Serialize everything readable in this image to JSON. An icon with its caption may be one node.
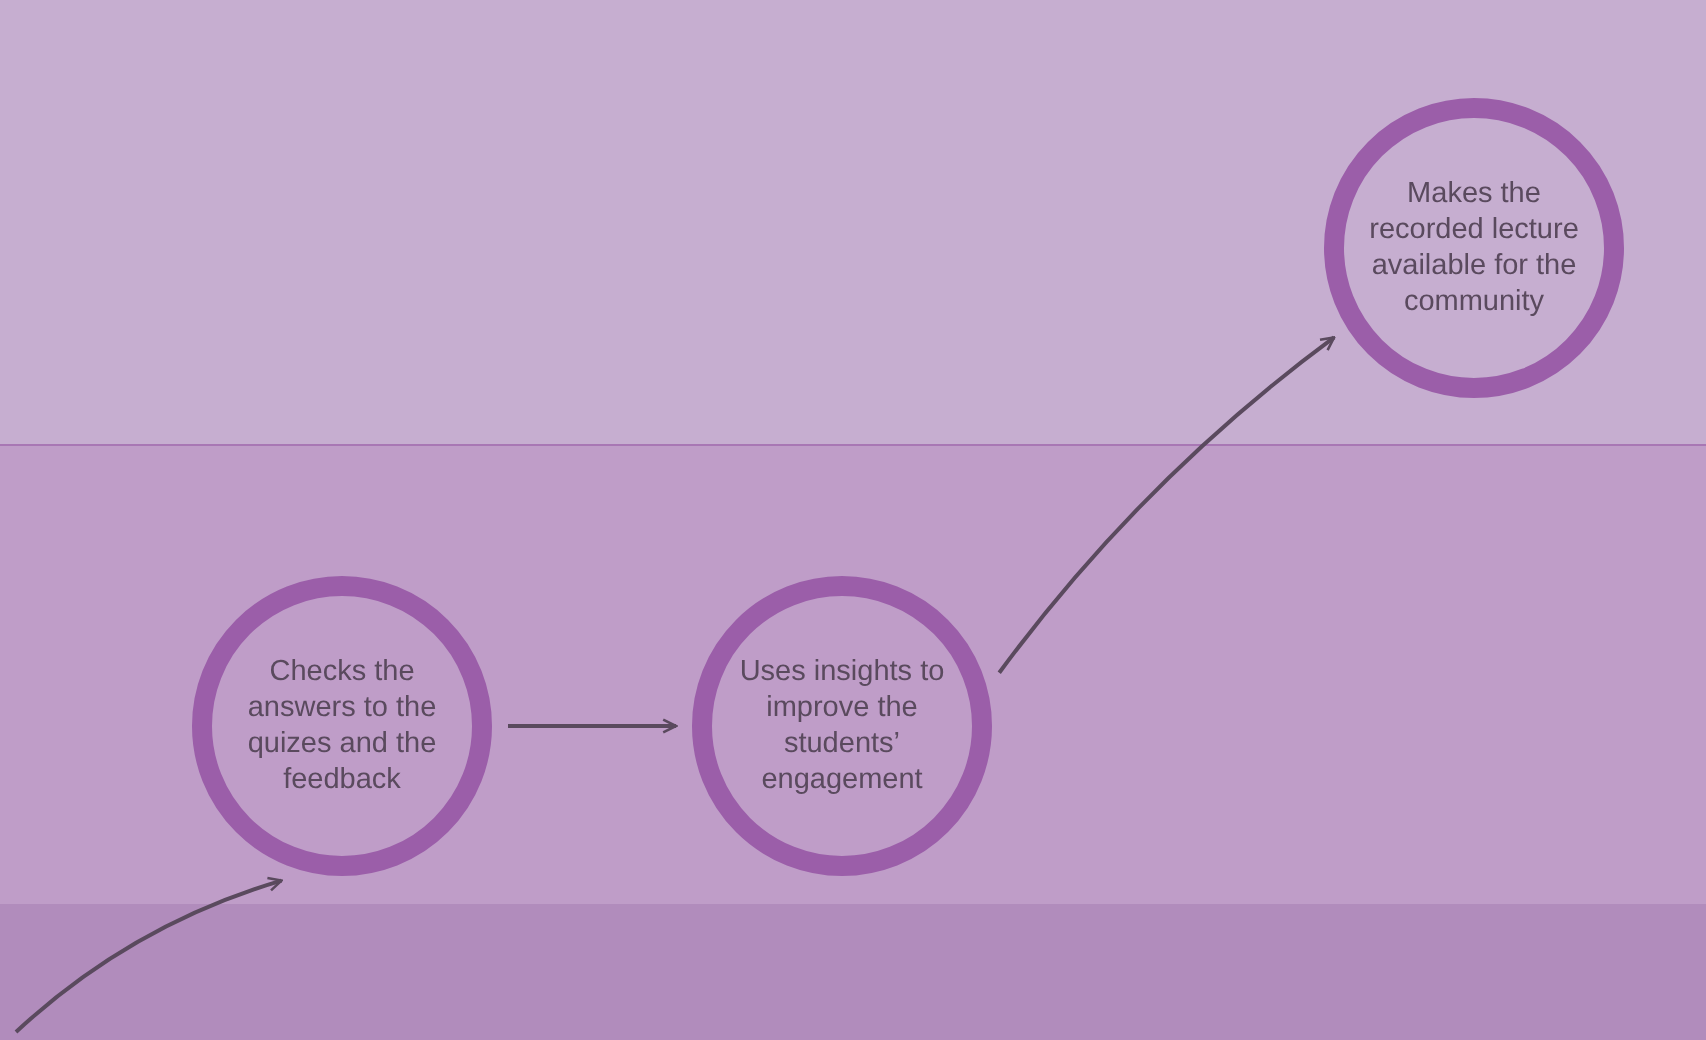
{
  "diagram": {
    "nodes": [
      {
        "text": [
          "Checks the answers to the quizes and the feedback"
        ]
      },
      {
        "text": [
          "Uses insights to improve the students’ engagement"
        ]
      },
      {
        "text": [
          "Makes the recorded lecture available for the community"
        ]
      }
    ],
    "edges": [
      {
        "from": null,
        "to": 0,
        "arrow": "to"
      },
      {
        "from": 0,
        "to": 1,
        "arrow": "to"
      },
      {
        "from": 1,
        "to": 2,
        "arrow": "to"
      }
    ]
  }
}
